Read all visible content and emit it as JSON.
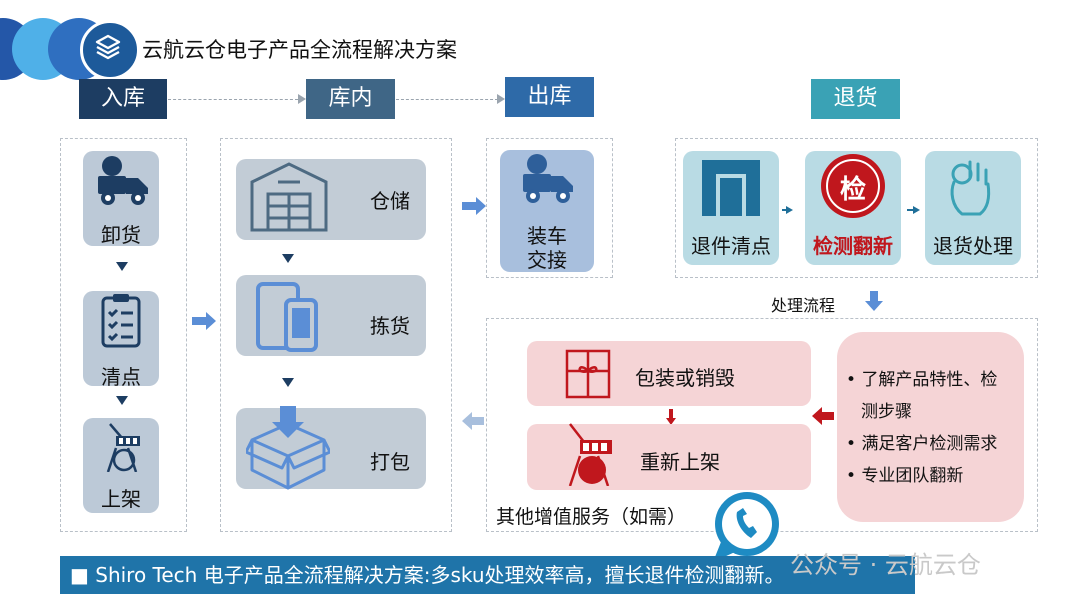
{
  "title": "云航云仓电子产品全流程解决方案",
  "stages": {
    "inbound": "入库",
    "inwarehouse": "库内",
    "outbound": "出库",
    "returns": "退货"
  },
  "inbound_steps": [
    "卸货",
    "清点",
    "上架"
  ],
  "inwarehouse_steps": [
    "仓储",
    "拣货",
    "打包"
  ],
  "outbound_step": [
    "装车",
    "交接"
  ],
  "returns_steps": [
    "退件清点",
    "检测翻新",
    "退货处理"
  ],
  "inspect_glyph": "检",
  "process_flow_label": "处理流程",
  "process_items": [
    "包装或销毁",
    "重新上架"
  ],
  "bullets": [
    "了解产品特性、检",
    "测步骤",
    "满足客户检测需求",
    "专业团队翻新"
  ],
  "value_added_label": "其他增值服务（如需）",
  "banner_text": "■ Shiro Tech 电子产品全流程解决方案:多sku处理效率高，擅长退件检测翻新。",
  "watermark": "公众号 · 云航云仓",
  "colors": {
    "navy": "#1d3d62",
    "blue": "#2e6aa8",
    "teal": "#3aa2b5",
    "red": "#c0171d",
    "pink": "#f5d4d6"
  }
}
